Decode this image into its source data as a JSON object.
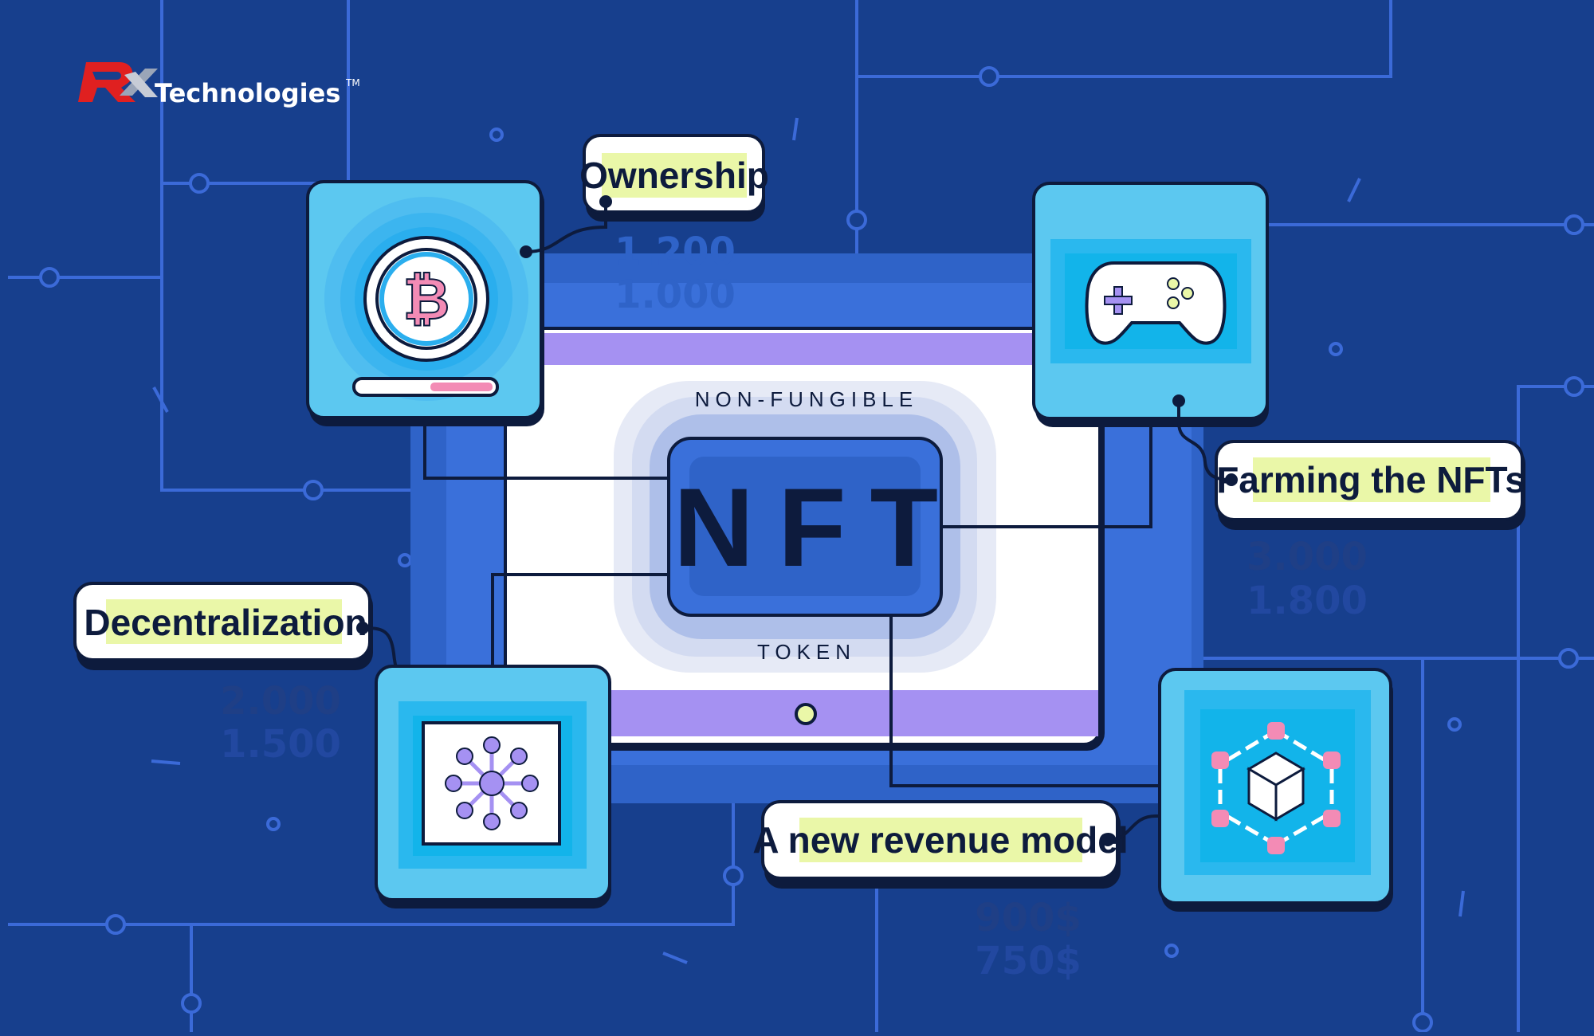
{
  "logo": {
    "name": "Technologies",
    "mark": "TM"
  },
  "center": {
    "top_label": "NON-FUNGIBLE",
    "main_label": "NFT",
    "bottom_label": "TOKEN"
  },
  "features": {
    "ownership": {
      "label": "Ownership",
      "values": [
        "1.200",
        "1.000"
      ]
    },
    "farming": {
      "label": "Farming the NFTs",
      "values": [
        "3.000",
        "1.800"
      ]
    },
    "decentralization": {
      "label": "Decentralization",
      "values": [
        "2.000",
        "1.500"
      ]
    },
    "revenue": {
      "label": "A new revenue model",
      "values": [
        "900$",
        "750$"
      ]
    }
  },
  "icons": {
    "ownership": "bitcoin-coin-icon",
    "farming": "game-controller-icon",
    "decentralization": "network-nodes-icon",
    "revenue": "cube-network-icon"
  },
  "colors": {
    "background": "#173f8d",
    "circuit": "#3b6ad8",
    "card": "#5cc8f0",
    "label_highlight": "#eaf7a8",
    "purple": "#a591f2",
    "pink": "#f38bb5"
  }
}
